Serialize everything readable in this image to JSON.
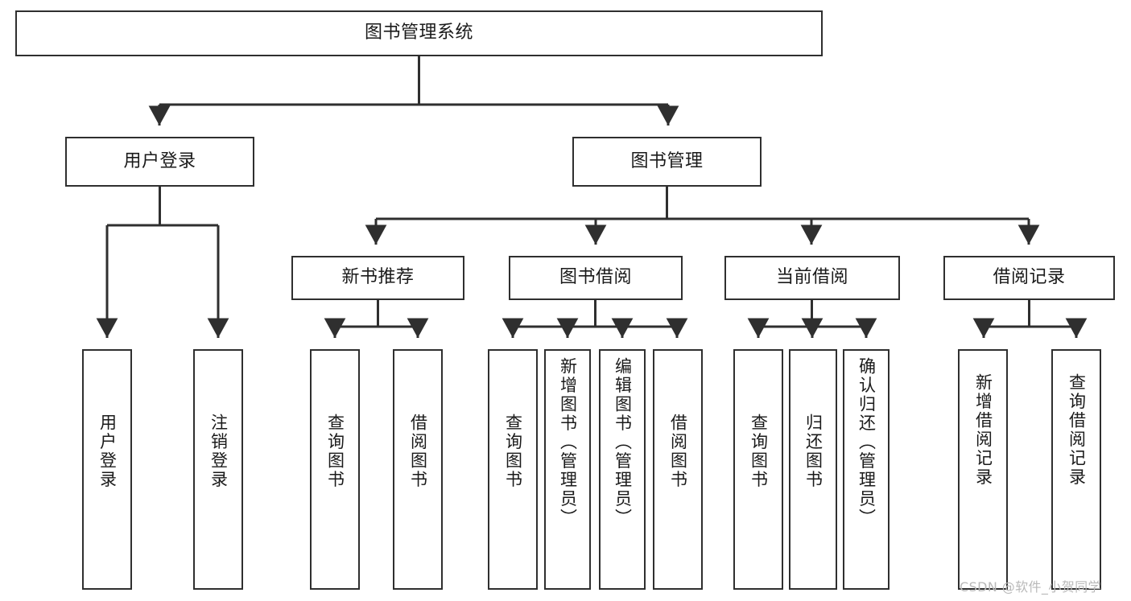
{
  "diagram": {
    "title": "图书管理系统",
    "type": "tree-structure-chart",
    "colors": {
      "box_border": "#2f2f2f",
      "box_fill": "#ffffff",
      "edge": "#2f2f2f",
      "text": "#1a1a1a",
      "watermark": "#b9b9b9",
      "background": "#ffffff"
    }
  },
  "nodes": {
    "root": {
      "label": "图书管理系统"
    },
    "level2": [
      {
        "id": "user-login",
        "label": "用户登录"
      },
      {
        "id": "book-manage",
        "label": "图书管理"
      }
    ],
    "level3": [
      {
        "id": "new-book-recommend",
        "label": "新书推荐"
      },
      {
        "id": "book-borrow",
        "label": "图书借阅"
      },
      {
        "id": "current-borrow",
        "label": "当前借阅"
      },
      {
        "id": "borrow-record",
        "label": "借阅记录"
      }
    ],
    "leaves": [
      {
        "id": "leaf-user-login",
        "label": "用户登录",
        "parent": "user-login"
      },
      {
        "id": "leaf-user-logout",
        "label": "注销登录",
        "parent": "user-login"
      },
      {
        "id": "leaf-query-book-1",
        "label": "查询图书",
        "parent": "new-book-recommend"
      },
      {
        "id": "leaf-borrow-book-1",
        "label": "借阅图书",
        "parent": "new-book-recommend"
      },
      {
        "id": "leaf-query-book-2",
        "label": "查询图书",
        "parent": "book-borrow"
      },
      {
        "id": "leaf-add-book",
        "label": "新增图书（管理员）",
        "parent": "book-borrow"
      },
      {
        "id": "leaf-edit-book",
        "label": "编辑图书（管理员）",
        "parent": "book-borrow"
      },
      {
        "id": "leaf-borrow-book-2",
        "label": "借阅图书",
        "parent": "book-borrow"
      },
      {
        "id": "leaf-query-book-3",
        "label": "查询图书",
        "parent": "current-borrow"
      },
      {
        "id": "leaf-return-book",
        "label": "归还图书",
        "parent": "current-borrow"
      },
      {
        "id": "leaf-confirm-return",
        "label": "确认归还（管理员）",
        "parent": "current-borrow"
      },
      {
        "id": "leaf-add-record",
        "label": "新增借阅记录",
        "parent": "borrow-record"
      },
      {
        "id": "leaf-query-record",
        "label": "查询借阅记录",
        "parent": "borrow-record"
      }
    ]
  },
  "watermark": {
    "text": "CSDN @软件_小贺同学"
  }
}
